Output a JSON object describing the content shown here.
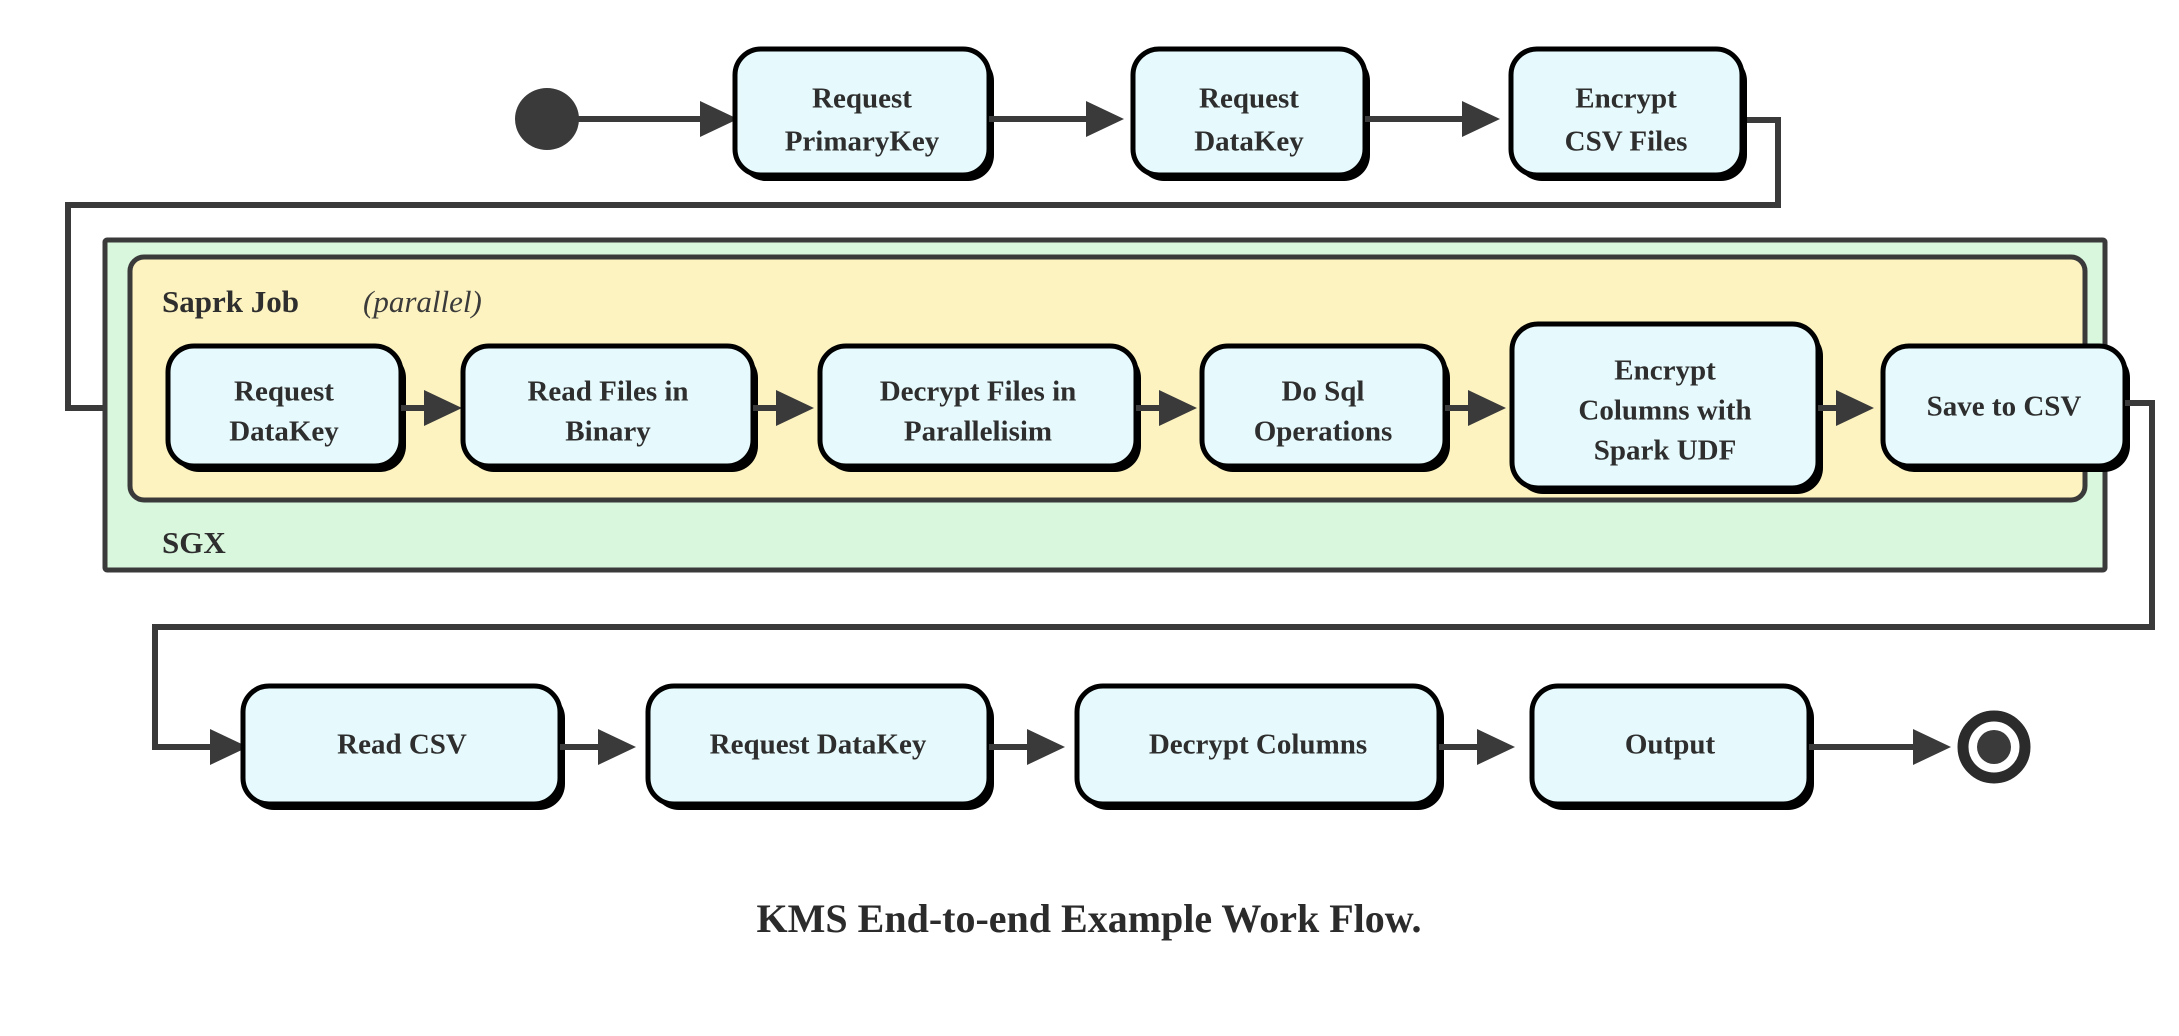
{
  "diagram": {
    "caption": "KMS End-to-end Example Work Flow.",
    "colors": {
      "node_fill": "#e6f9fc",
      "node_stroke": "#000000",
      "sgx_fill": "#d9f7dd",
      "spark_fill": "#fdf3c0",
      "edge": "#3a3a3a",
      "text": "#2e2e2e"
    },
    "start_node": "start-filled-circle",
    "end_node": "end-bullseye-circle",
    "groups": {
      "outer": {
        "label": "SGX",
        "name": "sgx-enclave-container"
      },
      "inner": {
        "label": "Saprk Job",
        "annotation": "(parallel)",
        "annotation_open": "(",
        "annotation_word": "parallel",
        "annotation_close": ")",
        "name": "spark-job-container"
      }
    },
    "rows": {
      "top": [
        {
          "id": "request-primarykey",
          "line1": "Request",
          "line2": "PrimaryKey"
        },
        {
          "id": "request-datakey-top",
          "line1": "Request",
          "line2": "DataKey"
        },
        {
          "id": "encrypt-csv-files",
          "line1": "Encrypt",
          "line2": "CSV Files"
        }
      ],
      "spark": [
        {
          "id": "request-datakey-spark",
          "line1": "Request",
          "line2": "DataKey"
        },
        {
          "id": "read-files-in-binary",
          "line1": "Read Files in",
          "line2": "Binary"
        },
        {
          "id": "decrypt-files-in-parallelisim",
          "line1": "Decrypt Files in",
          "line2": "Parallelisim"
        },
        {
          "id": "do-sql-operations",
          "line1": "Do Sql",
          "line2": "Operations"
        },
        {
          "id": "encrypt-columns-with-spark-udf",
          "line1": "Encrypt",
          "line2": "Columns with",
          "line3": "Spark UDF"
        },
        {
          "id": "save-to-csv",
          "line1": "Save to CSV"
        }
      ],
      "bottom": [
        {
          "id": "read-csv",
          "line1": "Read CSV"
        },
        {
          "id": "request-datakey-bottom",
          "line1": "Request DataKey"
        },
        {
          "id": "decrypt-columns",
          "line1": "Decrypt Columns"
        },
        {
          "id": "output",
          "line1": "Output"
        }
      ]
    }
  }
}
